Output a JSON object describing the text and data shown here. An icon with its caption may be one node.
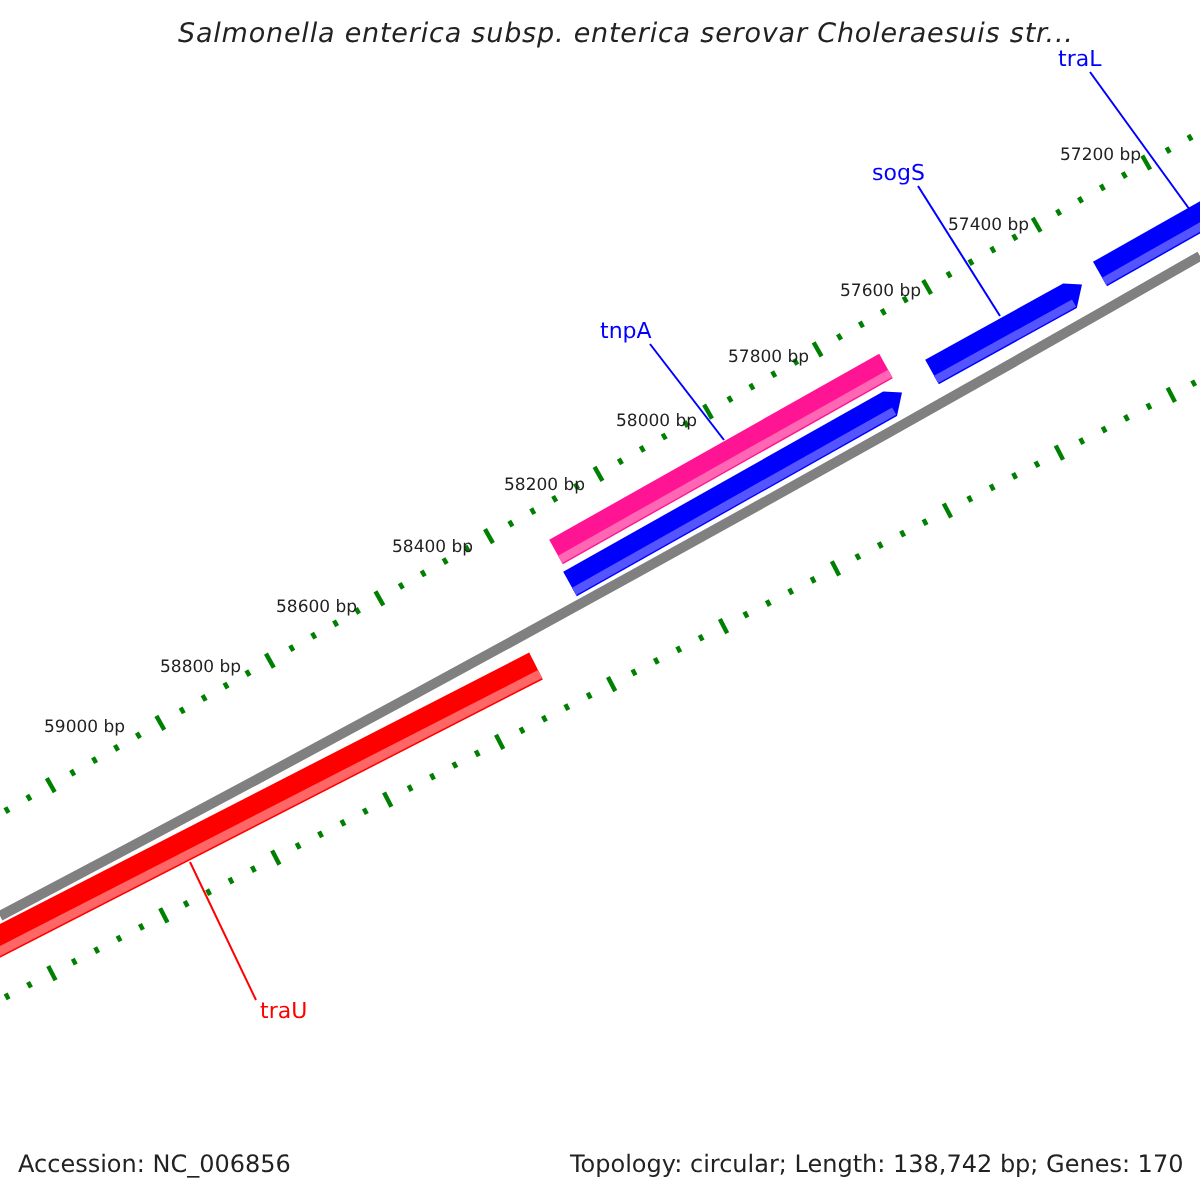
{
  "diagram": {
    "title": "Salmonella enterica subsp. enterica serovar Choleraesuis str...",
    "nodes": [
      {
        "text": [
          "traL"
        ]
      },
      {
        "text": [
          "sogS"
        ]
      },
      {
        "text": [
          "tnpA"
        ]
      },
      {
        "text": [],
        "shape": "bar"
      },
      {
        "text": [],
        "shape": "bar"
      },
      {
        "text": [],
        "shape": "bar"
      },
      {
        "text": [],
        "shape": "bar"
      },
      {
        "text": [],
        "shape": "bar"
      },
      {
        "text": [
          "traU"
        ]
      }
    ],
    "edges": [
      {
        "from": 0,
        "to": 7,
        "arrow": "none"
      },
      {
        "from": 1,
        "to": 6,
        "arrow": "none"
      },
      {
        "from": 2,
        "to": 4,
        "arrow": "none"
      },
      {
        "from": 8,
        "to": 3,
        "arrow": "none",
        "color": "#ff0000"
      }
    ],
    "labels": [
      "57200 bp",
      "57400 bp",
      "57600 bp",
      "57800 bp",
      "58000 bp",
      "58200 bp",
      "58400 bp",
      "58600 bp",
      "58800 bp",
      "59000 bp",
      "Accession: NC_006856",
      "Topology: circular; Length: 138,742 bp; Genes: 170"
    ]
  }
}
